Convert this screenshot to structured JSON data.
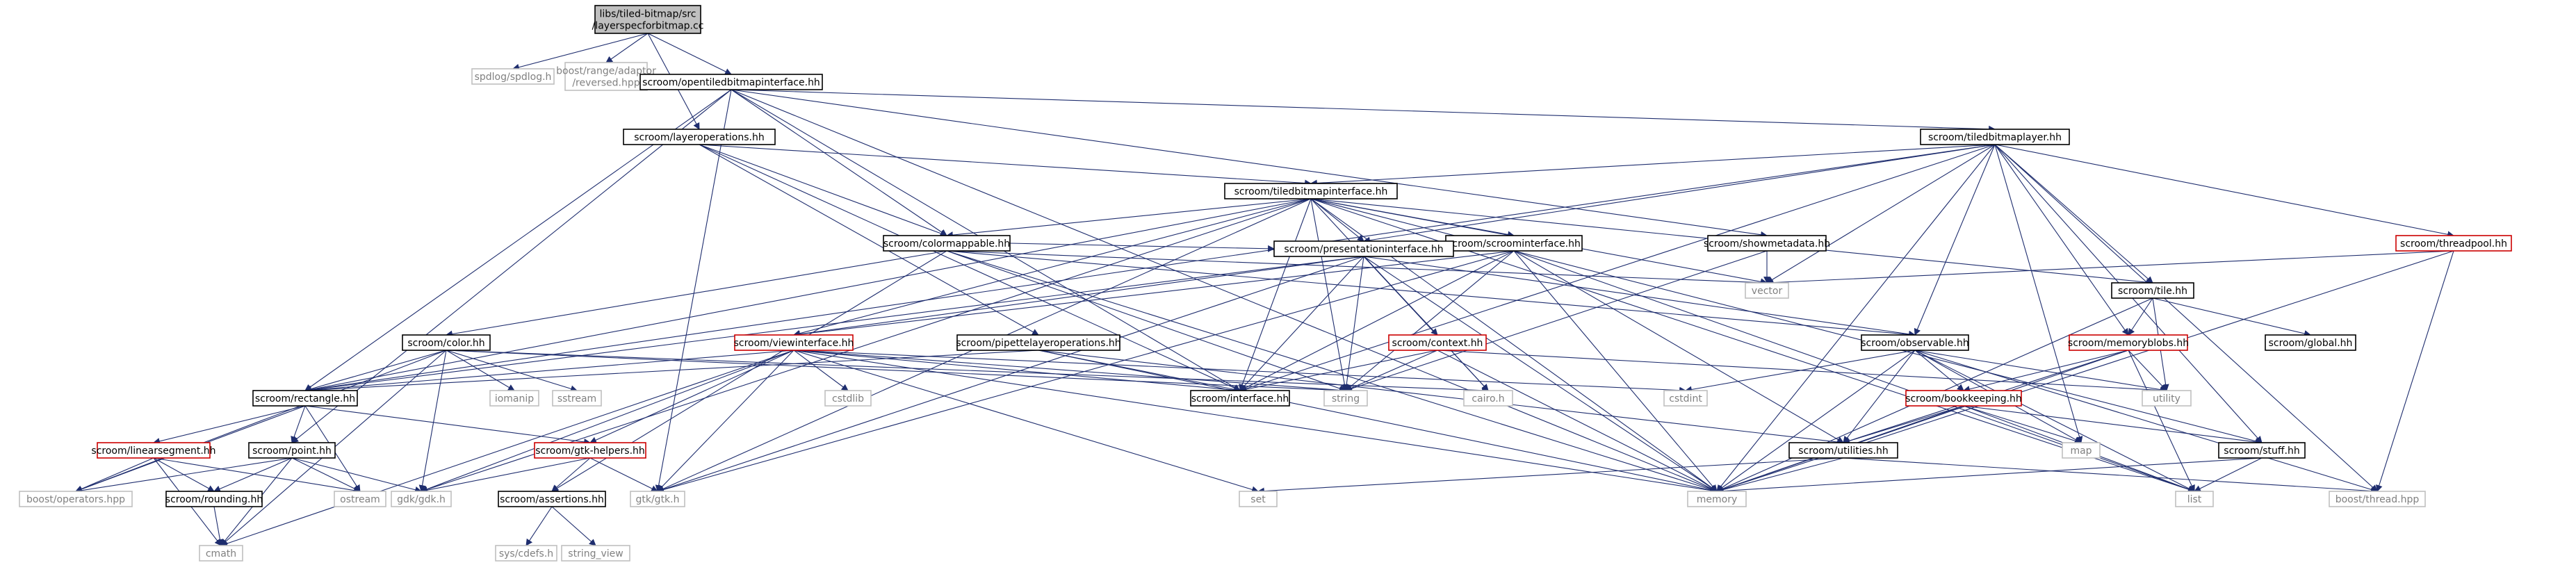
{
  "diagram": {
    "colors": {
      "edge": "#1e2d6e",
      "border_default": "#000000",
      "border_missing": "#bfbfbf",
      "border_truncated": "#cc0000",
      "fill_root": "#bfbfbf",
      "fill_default": "#ffffff",
      "text_default": "#000000",
      "text_missing": "#808080"
    },
    "nodes": [
      {
        "id": "root",
        "lines": [
          "libs/tiled-bitmap/src",
          "/layerspecforbitmap.cc"
        ],
        "style": "root"
      },
      {
        "id": "spdlog",
        "lines": [
          "spdlog/spdlog.h"
        ],
        "style": "missing"
      },
      {
        "id": "boostrev",
        "lines": [
          "boost/range/adaptor",
          "/reversed.hpp"
        ],
        "style": "missing"
      },
      {
        "id": "opentiled",
        "lines": [
          "scroom/opentiledbitmapinterface.hh"
        ],
        "style": "normal"
      },
      {
        "id": "layerops",
        "lines": [
          "scroom/layeroperations.hh"
        ],
        "style": "normal"
      },
      {
        "id": "tiledlayer",
        "lines": [
          "scroom/tiledbitmaplayer.hh"
        ],
        "style": "normal"
      },
      {
        "id": "tiledbmi",
        "lines": [
          "scroom/tiledbitmapinterface.hh"
        ],
        "style": "normal"
      },
      {
        "id": "colormappable",
        "lines": [
          "scroom/colormappable.hh"
        ],
        "style": "normal"
      },
      {
        "id": "scroomif",
        "lines": [
          "scroom/scroominterface.hh"
        ],
        "style": "normal"
      },
      {
        "id": "showmeta",
        "lines": [
          "scroom/showmetadata.hh"
        ],
        "style": "normal"
      },
      {
        "id": "threadpool",
        "lines": [
          "scroom/threadpool.hh"
        ],
        "style": "truncated"
      },
      {
        "id": "presif",
        "lines": [
          "scroom/presentationinterface.hh"
        ],
        "style": "normal"
      },
      {
        "id": "vector",
        "lines": [
          "vector"
        ],
        "style": "missing"
      },
      {
        "id": "tile",
        "lines": [
          "scroom/tile.hh"
        ],
        "style": "normal"
      },
      {
        "id": "color",
        "lines": [
          "scroom/color.hh"
        ],
        "style": "normal"
      },
      {
        "id": "viewif",
        "lines": [
          "scroom/viewinterface.hh"
        ],
        "style": "truncated"
      },
      {
        "id": "pipette",
        "lines": [
          "scroom/pipettelayeroperations.hh"
        ],
        "style": "normal"
      },
      {
        "id": "context",
        "lines": [
          "scroom/context.hh"
        ],
        "style": "truncated"
      },
      {
        "id": "observable",
        "lines": [
          "scroom/observable.hh"
        ],
        "style": "normal"
      },
      {
        "id": "memblobs",
        "lines": [
          "scroom/memoryblobs.hh"
        ],
        "style": "truncated"
      },
      {
        "id": "global",
        "lines": [
          "scroom/global.hh"
        ],
        "style": "normal"
      },
      {
        "id": "rectangle",
        "lines": [
          "scroom/rectangle.hh"
        ],
        "style": "normal"
      },
      {
        "id": "iomanip",
        "lines": [
          "iomanip"
        ],
        "style": "missing"
      },
      {
        "id": "sstream",
        "lines": [
          "sstream"
        ],
        "style": "missing"
      },
      {
        "id": "cstdlib",
        "lines": [
          "cstdlib"
        ],
        "style": "missing"
      },
      {
        "id": "interface",
        "lines": [
          "scroom/interface.hh"
        ],
        "style": "normal"
      },
      {
        "id": "string",
        "lines": [
          "string"
        ],
        "style": "missing"
      },
      {
        "id": "cairo",
        "lines": [
          "cairo.h"
        ],
        "style": "missing"
      },
      {
        "id": "cstdint",
        "lines": [
          "cstdint"
        ],
        "style": "missing"
      },
      {
        "id": "bookkeeping",
        "lines": [
          "scroom/bookkeeping.hh"
        ],
        "style": "truncated"
      },
      {
        "id": "utility",
        "lines": [
          "utility"
        ],
        "style": "missing"
      },
      {
        "id": "linseg",
        "lines": [
          "scroom/linearsegment.hh"
        ],
        "style": "truncated"
      },
      {
        "id": "point",
        "lines": [
          "scroom/point.hh"
        ],
        "style": "normal"
      },
      {
        "id": "gtkhelpers",
        "lines": [
          "scroom/gtk-helpers.hh"
        ],
        "style": "truncated"
      },
      {
        "id": "utilities",
        "lines": [
          "scroom/utilities.hh"
        ],
        "style": "normal"
      },
      {
        "id": "map",
        "lines": [
          "map"
        ],
        "style": "missing"
      },
      {
        "id": "stuff",
        "lines": [
          "scroom/stuff.hh"
        ],
        "style": "normal"
      },
      {
        "id": "boostops",
        "lines": [
          "boost/operators.hpp"
        ],
        "style": "missing"
      },
      {
        "id": "rounding",
        "lines": [
          "scroom/rounding.hh"
        ],
        "style": "normal"
      },
      {
        "id": "ostream",
        "lines": [
          "ostream"
        ],
        "style": "missing"
      },
      {
        "id": "gdk",
        "lines": [
          "gdk/gdk.h"
        ],
        "style": "missing"
      },
      {
        "id": "assertions",
        "lines": [
          "scroom/assertions.hh"
        ],
        "style": "normal"
      },
      {
        "id": "gtk",
        "lines": [
          "gtk/gtk.h"
        ],
        "style": "missing"
      },
      {
        "id": "set",
        "lines": [
          "set"
        ],
        "style": "missing"
      },
      {
        "id": "memory",
        "lines": [
          "memory"
        ],
        "style": "missing"
      },
      {
        "id": "list",
        "lines": [
          "list"
        ],
        "style": "missing"
      },
      {
        "id": "boostthread",
        "lines": [
          "boost/thread.hpp"
        ],
        "style": "missing"
      },
      {
        "id": "cmath",
        "lines": [
          "cmath"
        ],
        "style": "missing"
      },
      {
        "id": "syscdefs",
        "lines": [
          "sys/cdefs.h"
        ],
        "style": "missing"
      },
      {
        "id": "stringview",
        "lines": [
          "string_view"
        ],
        "style": "missing"
      }
    ],
    "edges": [
      [
        "root",
        "spdlog"
      ],
      [
        "root",
        "boostrev"
      ],
      [
        "root",
        "opentiled"
      ],
      [
        "root",
        "layerops"
      ],
      [
        "opentiled",
        "tiledlayer"
      ],
      [
        "opentiled",
        "colormappable"
      ],
      [
        "opentiled",
        "rectangle"
      ],
      [
        "opentiled",
        "point"
      ],
      [
        "opentiled",
        "interface"
      ],
      [
        "opentiled",
        "showmeta"
      ],
      [
        "opentiled",
        "memory"
      ],
      [
        "opentiled",
        "gtk"
      ],
      [
        "layerops",
        "tiledbmi"
      ],
      [
        "layerops",
        "colormappable"
      ],
      [
        "layerops",
        "pipette"
      ],
      [
        "layerops",
        "interface"
      ],
      [
        "tiledlayer",
        "tiledbmi"
      ],
      [
        "tiledlayer",
        "threadpool"
      ],
      [
        "tiledlayer",
        "tile"
      ],
      [
        "tiledlayer",
        "observable"
      ],
      [
        "tiledlayer",
        "memblobs"
      ],
      [
        "tiledlayer",
        "presif"
      ],
      [
        "tiledlayer",
        "vector"
      ],
      [
        "tiledlayer",
        "stuff"
      ],
      [
        "tiledlayer",
        "map"
      ],
      [
        "tiledlayer",
        "memory"
      ],
      [
        "tiledlayer",
        "boostthread"
      ],
      [
        "tiledlayer",
        "rectangle"
      ],
      [
        "tiledlayer",
        "interface"
      ],
      [
        "tiledbmi",
        "scroomif"
      ],
      [
        "tiledbmi",
        "presif"
      ],
      [
        "tiledbmi",
        "colormappable"
      ],
      [
        "tiledbmi",
        "viewif"
      ],
      [
        "tiledbmi",
        "rectangle"
      ],
      [
        "tiledbmi",
        "string"
      ],
      [
        "tiledbmi",
        "memory"
      ],
      [
        "tiledbmi",
        "cairo"
      ],
      [
        "tiledbmi",
        "gtk"
      ],
      [
        "tiledbmi",
        "gdk"
      ],
      [
        "tiledbmi",
        "vector"
      ],
      [
        "tiledbmi",
        "tile"
      ],
      [
        "tiledbmi",
        "stuff"
      ],
      [
        "tiledbmi",
        "list"
      ],
      [
        "tiledbmi",
        "interface"
      ],
      [
        "colormappable",
        "color"
      ],
      [
        "colormappable",
        "presif"
      ],
      [
        "colormappable",
        "observable"
      ],
      [
        "colormappable",
        "assertions"
      ],
      [
        "colormappable",
        "memory"
      ],
      [
        "colormappable",
        "vector"
      ],
      [
        "colormappable",
        "string"
      ],
      [
        "scroomif",
        "presif"
      ],
      [
        "scroomif",
        "viewif"
      ],
      [
        "scroomif",
        "interface"
      ],
      [
        "scroomif",
        "string"
      ],
      [
        "scroomif",
        "memory"
      ],
      [
        "scroomif",
        "utilities"
      ],
      [
        "scroomif",
        "gtk"
      ],
      [
        "scroomif",
        "list"
      ],
      [
        "showmeta",
        "vector"
      ],
      [
        "showmeta",
        "string"
      ],
      [
        "threadpool",
        "vector"
      ],
      [
        "threadpool",
        "boostthread"
      ],
      [
        "threadpool",
        "memory"
      ],
      [
        "presif",
        "viewif"
      ],
      [
        "presif",
        "context"
      ],
      [
        "presif",
        "observable"
      ],
      [
        "presif",
        "rectangle"
      ],
      [
        "presif",
        "interface"
      ],
      [
        "presif",
        "string"
      ],
      [
        "presif",
        "cairo"
      ],
      [
        "presif",
        "memory"
      ],
      [
        "presif",
        "gtk"
      ],
      [
        "tile",
        "memblobs"
      ],
      [
        "tile",
        "global"
      ],
      [
        "tile",
        "utility"
      ],
      [
        "tile",
        "memory"
      ],
      [
        "color",
        "rectangle"
      ],
      [
        "color",
        "iomanip"
      ],
      [
        "color",
        "sstream"
      ],
      [
        "color",
        "string"
      ],
      [
        "color",
        "cairo"
      ],
      [
        "color",
        "cmath"
      ],
      [
        "color",
        "boostops"
      ],
      [
        "color",
        "gdk"
      ],
      [
        "viewif",
        "rectangle"
      ],
      [
        "viewif",
        "gtkhelpers"
      ],
      [
        "viewif",
        "interface"
      ],
      [
        "viewif",
        "cstdlib"
      ],
      [
        "viewif",
        "string"
      ],
      [
        "viewif",
        "memory"
      ],
      [
        "viewif",
        "gtk"
      ],
      [
        "viewif",
        "set"
      ],
      [
        "viewif",
        "cmath"
      ],
      [
        "viewif",
        "gdk"
      ],
      [
        "viewif",
        "cstdint"
      ],
      [
        "pipette",
        "interface"
      ],
      [
        "pipette",
        "rectangle"
      ],
      [
        "pipette",
        "utilities"
      ],
      [
        "pipette",
        "memory"
      ],
      [
        "context",
        "interface"
      ],
      [
        "context",
        "string"
      ],
      [
        "context",
        "memory"
      ],
      [
        "context",
        "utility"
      ],
      [
        "observable",
        "bookkeeping"
      ],
      [
        "observable",
        "utilities"
      ],
      [
        "observable",
        "map"
      ],
      [
        "observable",
        "memory"
      ],
      [
        "observable",
        "list"
      ],
      [
        "observable",
        "boostthread"
      ],
      [
        "observable",
        "utility"
      ],
      [
        "observable",
        "cstdint"
      ],
      [
        "memblobs",
        "bookkeeping"
      ],
      [
        "memblobs",
        "utilities"
      ],
      [
        "memblobs",
        "memory"
      ],
      [
        "memblobs",
        "list"
      ],
      [
        "memblobs",
        "utility"
      ],
      [
        "rectangle",
        "linseg"
      ],
      [
        "rectangle",
        "point"
      ],
      [
        "rectangle",
        "gtkhelpers"
      ],
      [
        "rectangle",
        "ostream"
      ],
      [
        "rectangle",
        "boostops"
      ],
      [
        "bookkeeping",
        "utilities"
      ],
      [
        "bookkeeping",
        "map"
      ],
      [
        "bookkeeping",
        "stuff"
      ],
      [
        "bookkeeping",
        "memory"
      ],
      [
        "bookkeeping",
        "list"
      ],
      [
        "linseg",
        "boostops"
      ],
      [
        "linseg",
        "rounding"
      ],
      [
        "linseg",
        "ostream"
      ],
      [
        "linseg",
        "cmath"
      ],
      [
        "point",
        "boostops"
      ],
      [
        "point",
        "rounding"
      ],
      [
        "point",
        "ostream"
      ],
      [
        "point",
        "gdk"
      ],
      [
        "point",
        "cmath"
      ],
      [
        "gtkhelpers",
        "assertions"
      ],
      [
        "gtkhelpers",
        "gtk"
      ],
      [
        "gtkhelpers",
        "gdk"
      ],
      [
        "utilities",
        "memory"
      ],
      [
        "utilities",
        "set"
      ],
      [
        "utilities",
        "boostthread"
      ],
      [
        "stuff",
        "memory"
      ],
      [
        "stuff",
        "list"
      ],
      [
        "rounding",
        "cmath"
      ],
      [
        "assertions",
        "syscdefs"
      ],
      [
        "assertions",
        "stringview"
      ]
    ]
  }
}
